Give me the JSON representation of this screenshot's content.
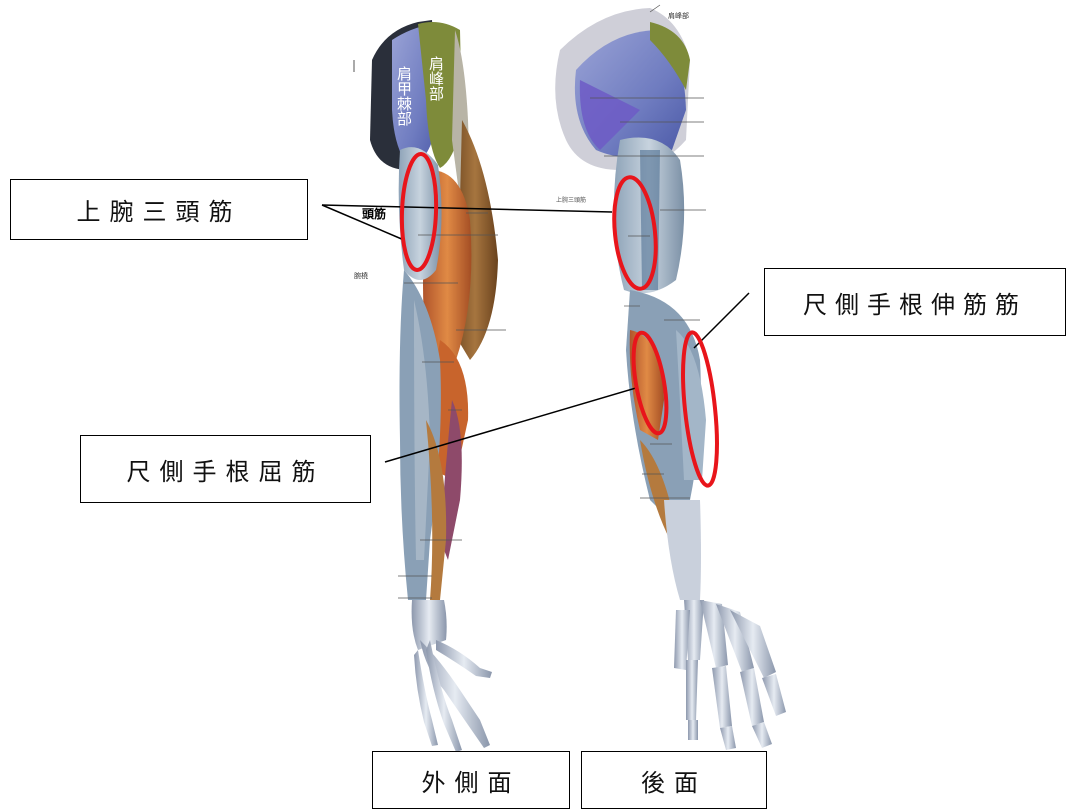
{
  "labels": {
    "triceps": "上腕三頭筋",
    "ecu": "尺側手根伸筋筋",
    "fcu": "尺側手根屈筋",
    "lateral_view": "外側面",
    "posterior_view": "後面"
  },
  "embedded_text": {
    "shoulder_left_1": "肩甲棘部",
    "shoulder_left_2": "肩峰部",
    "partial_fragment": "頭筋",
    "tiny_top_right": "肩峰部",
    "tiny_left": "腕橈",
    "tiny_mid": "上腕三頭筋"
  },
  "colors": {
    "highlight": "#e8151b",
    "leader_line": "#000000",
    "deltoid_green": "#7e8b3a",
    "deltoid_blue": "#7b86c4",
    "muscle_orange": "#d2733a",
    "muscle_brown": "#8a5a2c",
    "tendon_blue": "#9fb4c8",
    "bone": "#c9d0dc"
  },
  "icons": [
    "arm-anatomy-illustration"
  ]
}
